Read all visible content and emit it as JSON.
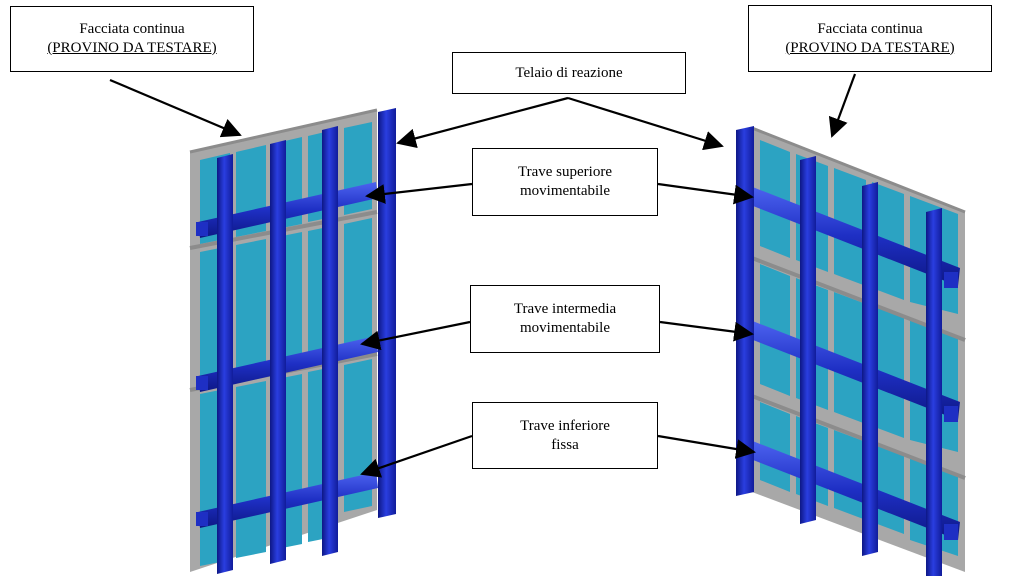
{
  "labels": {
    "left_facade": {
      "line1": "Facciata continua",
      "line2": "(PROVINO DA TESTARE)"
    },
    "right_facade": {
      "line1": "Facciata continua",
      "line2": "(PROVINO DA TESTARE)"
    },
    "reaction_frame": "Telaio di reazione",
    "upper_beam": {
      "line1": "Trave superiore",
      "line2": "movimentabile"
    },
    "middle_beam": {
      "line1": "Trave intermedia",
      "line2": "movimentabile"
    },
    "lower_beam": {
      "line1": "Trave inferiore",
      "line2": "fissa"
    }
  },
  "colors": {
    "frame_blue": "#1e2fc4",
    "frame_blue_dark": "#0d1785",
    "frame_blue_light": "#4d63f0",
    "glass": "#2ca3c2",
    "glass_dark": "#1b7f9d",
    "mullion_grey": "#a8a8a8",
    "arrow": "#000000"
  }
}
